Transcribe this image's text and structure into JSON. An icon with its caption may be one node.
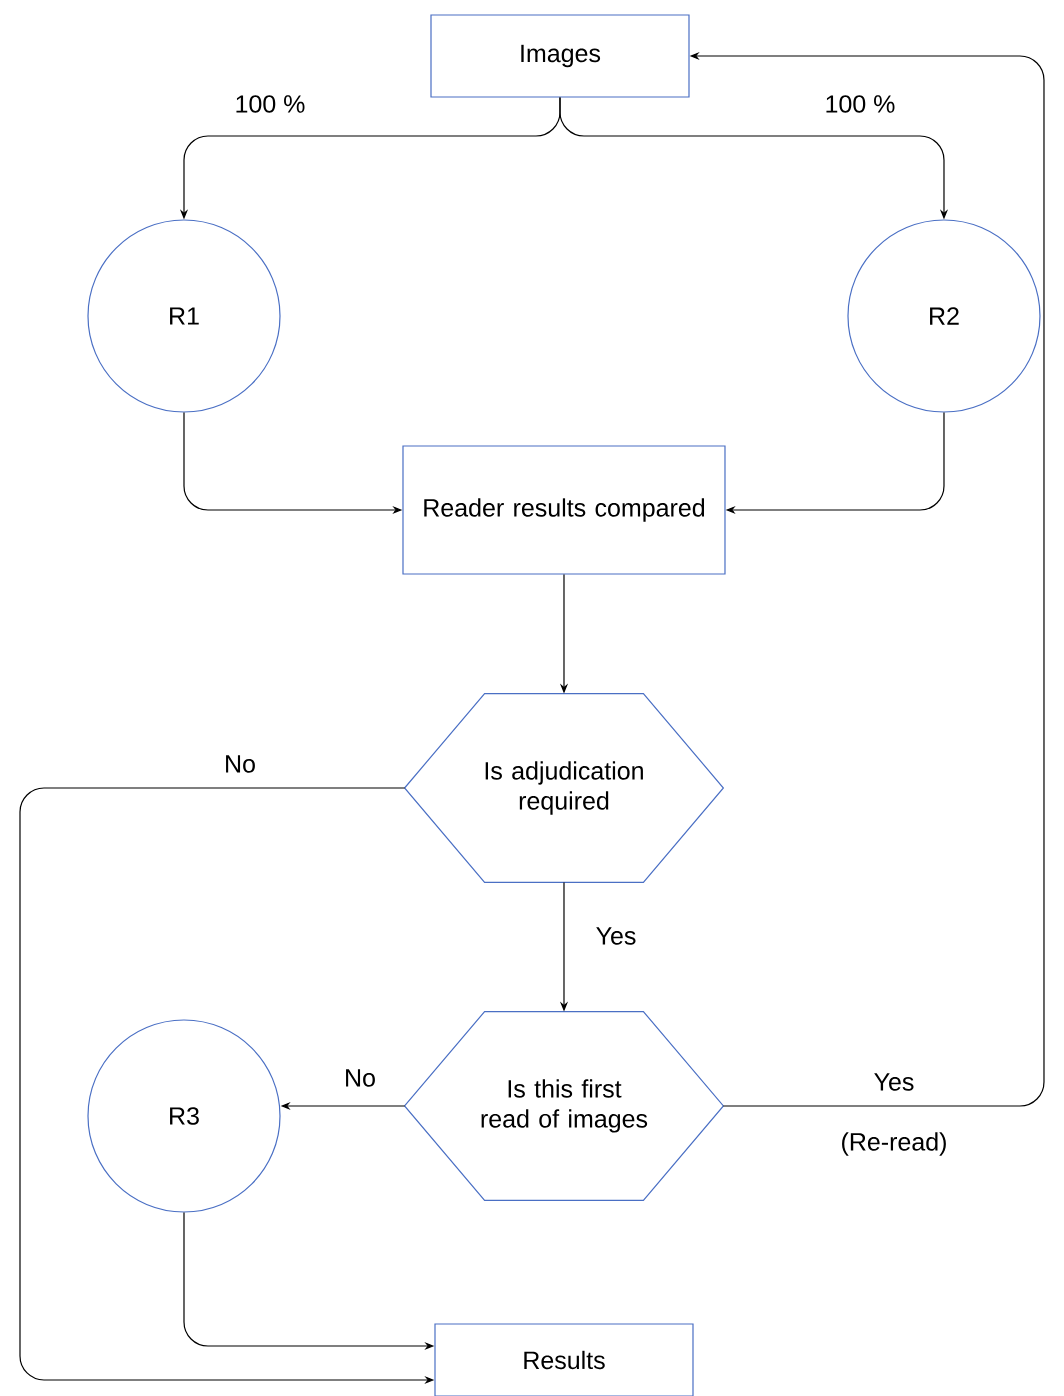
{
  "diagram": {
    "nodes": [
      {
        "text": [
          "Images"
        ]
      },
      {
        "text": [
          "R1"
        ]
      },
      {
        "text": [
          "R2"
        ]
      },
      {
        "text": [
          "Reader results compared"
        ]
      },
      {
        "text": [
          "Is adjudication required"
        ]
      },
      {
        "text": [
          "Is this first read of images"
        ]
      },
      {
        "text": [
          "R3"
        ]
      },
      {
        "text": [
          "Results"
        ]
      }
    ],
    "edges": [
      {
        "from": 0,
        "to": 1,
        "arrow": "to",
        "label": "100 %"
      },
      {
        "from": 0,
        "to": 2,
        "arrow": "to",
        "label": "100 %"
      },
      {
        "from": 1,
        "to": 3,
        "arrow": "to"
      },
      {
        "from": 2,
        "to": 3,
        "arrow": "to"
      },
      {
        "from": 3,
        "to": 4,
        "arrow": "to"
      },
      {
        "from": 4,
        "to": 7,
        "arrow": "to",
        "label": "No"
      },
      {
        "from": 4,
        "to": 5,
        "arrow": "to",
        "label": "Yes"
      },
      {
        "from": 5,
        "to": 6,
        "arrow": "to",
        "label": "No"
      },
      {
        "from": 5,
        "to": 0,
        "arrow": "to",
        "label": "Yes"
      },
      {
        "from": 6,
        "to": 7,
        "arrow": "to"
      }
    ],
    "labels": [
      "(Re-read)"
    ]
  }
}
